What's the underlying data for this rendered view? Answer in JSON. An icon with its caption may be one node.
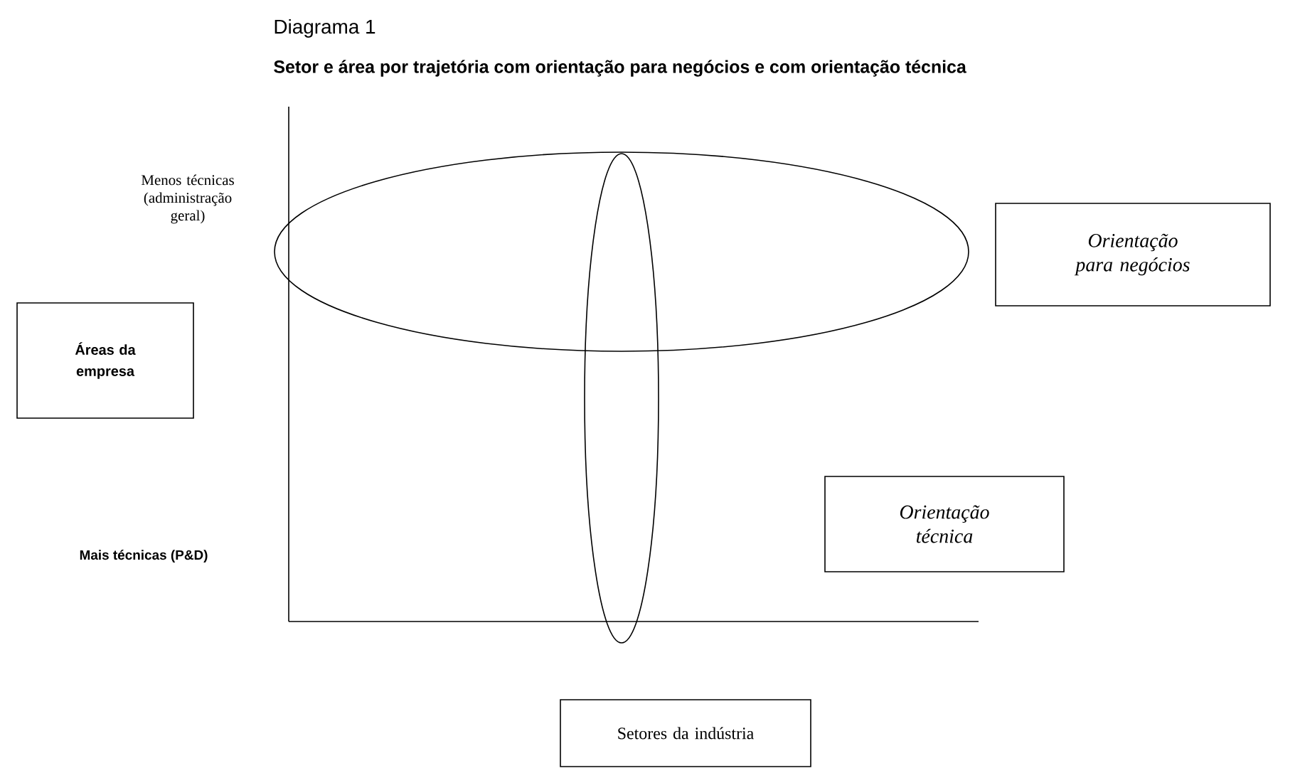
{
  "diagram": {
    "title": "Setor e área por trajetória com orientação para negócios e com orientação técnica",
    "nodes": [
      {
        "text": [
          "Áreas da empresa"
        ]
      },
      {
        "text": [
          "Orientação para negócios"
        ]
      },
      {
        "text": [
          "Orientação técnica"
        ]
      },
      {
        "text": [
          "Setores da indústria"
        ]
      },
      {
        "text": [],
        "shape": "ellipse"
      },
      {
        "text": [],
        "shape": "ellipse"
      }
    ],
    "labels": [
      "Diagrama 1",
      "Menos técnicas (administração geral)",
      "Mais técnicas (P&D)"
    ]
  }
}
